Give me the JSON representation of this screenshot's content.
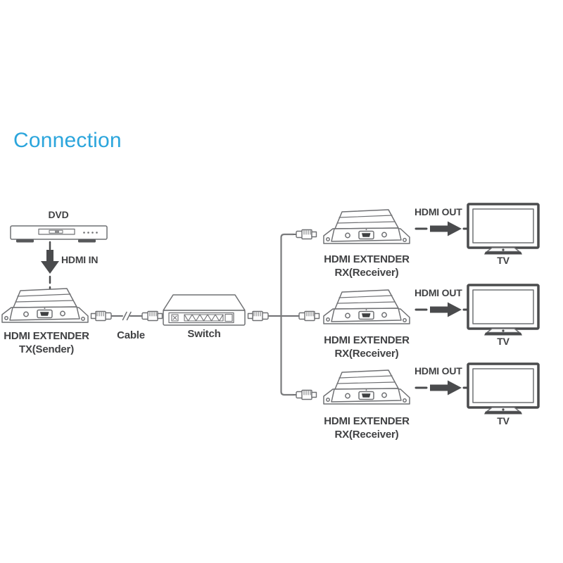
{
  "title": "Connection",
  "colors": {
    "accent": "#2BA5DC",
    "outline": "#6F7073",
    "dark": "#414244",
    "background": "#FFFFFF"
  },
  "icons": {
    "source": "dvd-player-icon",
    "input_arrow": "hdmi-in-arrow-icon",
    "transmitter": "hdmi-extender-box-icon",
    "cable": "ethernet-cable-icon",
    "plug": "rj45-connector-icon",
    "switch": "network-switch-icon",
    "trunk": "cable-trunk-line",
    "receiver": "hdmi-extender-box-icon",
    "output_arrow": "hdmi-out-arrow-icon",
    "display": "tv-icon"
  },
  "source": {
    "label": "DVD",
    "connection_label": "HDMI IN"
  },
  "transmitter": {
    "name_line1": "HDMI EXTENDER",
    "name_line2": "TX(Sender)"
  },
  "cable": {
    "label": "Cable"
  },
  "switch": {
    "label": "Switch"
  },
  "receivers": [
    {
      "name_line1": "HDMI EXTENDER",
      "name_line2": "RX(Receiver)",
      "output_label": "HDMI OUT",
      "display_label": "TV"
    },
    {
      "name_line1": "HDMI EXTENDER",
      "name_line2": "RX(Receiver)",
      "output_label": "HDMI OUT",
      "display_label": "TV"
    },
    {
      "name_line1": "HDMI EXTENDER",
      "name_line2": "RX(Receiver)",
      "output_label": "HDMI OUT",
      "display_label": "TV"
    }
  ]
}
